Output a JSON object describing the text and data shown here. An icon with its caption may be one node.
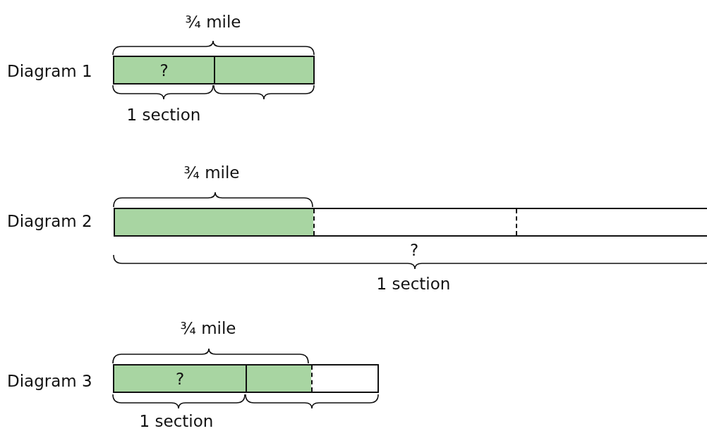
{
  "diagram": {
    "nodes": [
      {
        "text": [],
        "shape": "bar"
      },
      {
        "text": [
          "?"
        ],
        "in": 0
      },
      {
        "text": [],
        "shape": "box",
        "in": 0
      },
      {
        "text": [],
        "shape": "bar"
      },
      {
        "text": [],
        "shape": "box",
        "in": 3
      },
      {
        "text": [],
        "shape": "box",
        "in": 3
      },
      {
        "text": [],
        "shape": "box",
        "in": 3
      },
      {
        "text": [],
        "shape": "bar"
      },
      {
        "text": [
          "?"
        ],
        "in": 7
      },
      {
        "text": [],
        "shape": "box",
        "in": 7
      },
      {
        "text": [],
        "shape": "box",
        "in": 7
      }
    ],
    "edges": [],
    "labels": [
      "¾ mile",
      "Diagram 1",
      "1 section",
      "¾ mile",
      "Diagram 2",
      "?",
      "1 section",
      "¾ mile",
      "Diagram 3",
      "1 section"
    ]
  }
}
